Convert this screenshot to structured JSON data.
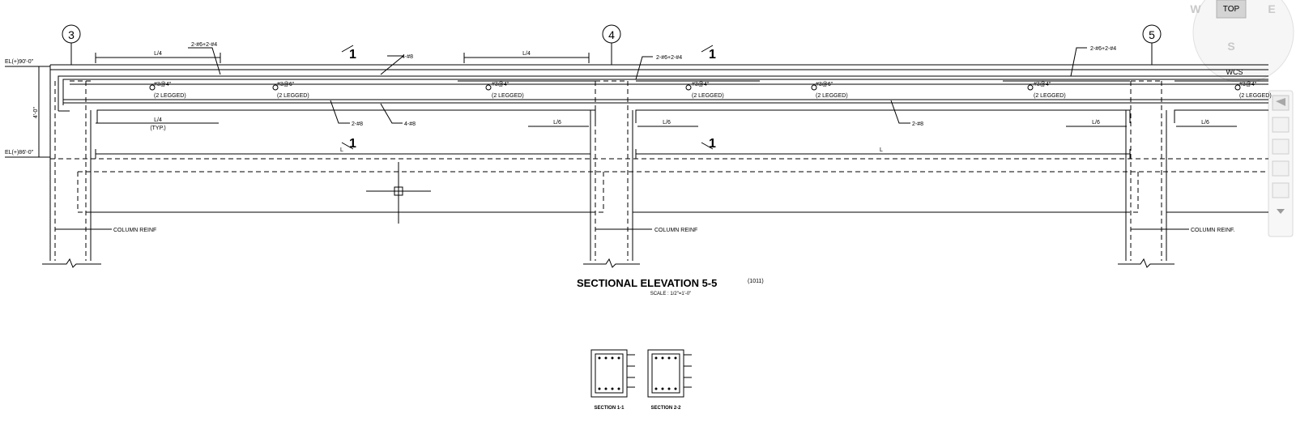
{
  "drawing": {
    "grid_labels": [
      "3",
      "4",
      "5"
    ],
    "elevation_top": "EL(+)90'-0\"",
    "elevation_bottom": "EL(+)86'-0\"",
    "depth_dim": "4'-0\"",
    "title": "SECTIONAL ELEVATION  5-5",
    "title_ref": "(1011)",
    "scale": "SCALE : 1/2\"=1'-0\"",
    "section_mark": "1",
    "quarter_span": "L/4",
    "quarter_span_typ": "L/4",
    "typ": "(TYP.)",
    "sixth_span": "L/6",
    "span": "L",
    "top_bars_1": "2-#6+2-#4",
    "top_bars_2": "2-#6+2-#4",
    "top_bars_3": "2-#6+2-#4",
    "top_cont": "4-#8",
    "bot_cont": "4-#8",
    "bot_extra": "2-#8",
    "stirrup_4": "#3@4\"",
    "stirrup_6": "#3@6\"",
    "legged": "(2 LEGGED)",
    "column_reinf": "COLUMN REINF",
    "column_reinf_dot": "COLUMN REINF.",
    "section_1": "SECTION 1-1",
    "section_2": "SECTION 2-2"
  },
  "viewcube": {
    "top": "TOP",
    "west": "W",
    "east": "E",
    "south": "S",
    "wcs": "WCS"
  }
}
